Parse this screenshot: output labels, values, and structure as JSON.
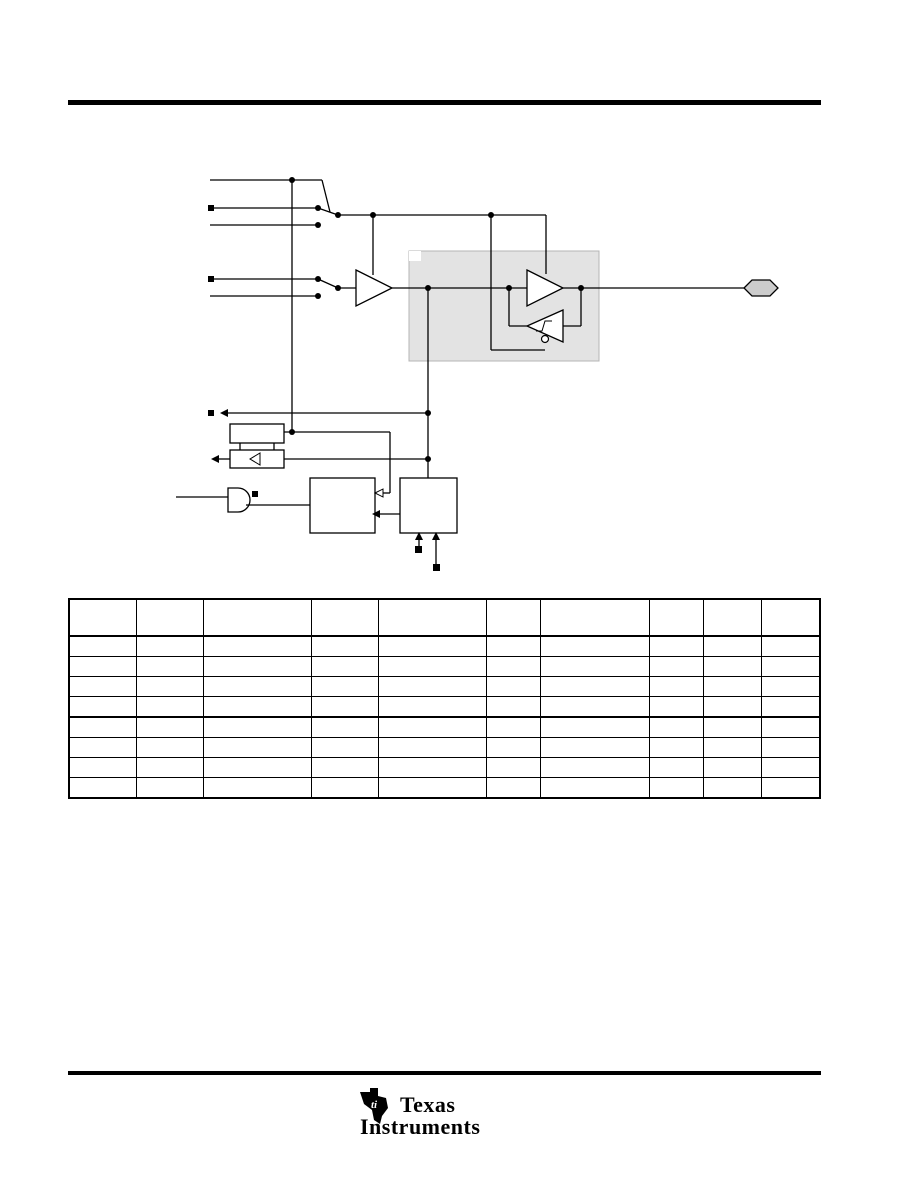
{
  "colors": {
    "ink": "#000000",
    "shade": "#e3e3e3",
    "pad": "#cccccc"
  },
  "table": {
    "columns": 10,
    "rows": 8
  },
  "logo": {
    "line1": "Texas",
    "line2": "Instruments",
    "icon": "ti-state-logo-icon"
  }
}
